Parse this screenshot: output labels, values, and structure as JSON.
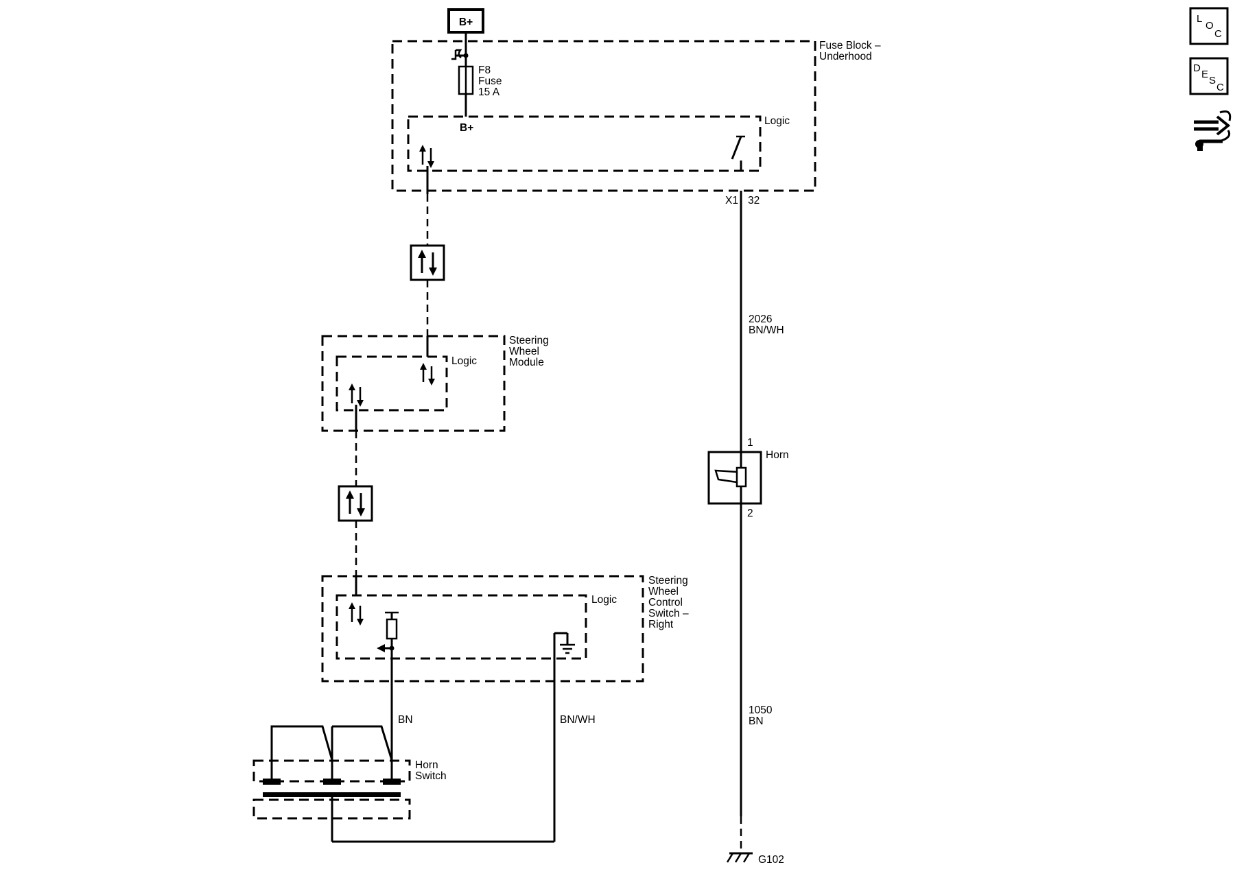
{
  "power": {
    "label": "B+"
  },
  "fuse_block": {
    "title_line1": "Fuse Block –",
    "title_line2": "Underhood",
    "logic_label": "Logic",
    "fuse_line1": "F8",
    "fuse_line2": "Fuse",
    "fuse_line3": "15 A",
    "bplus_label": "B+",
    "connector": "X1",
    "pin": "32"
  },
  "steering_wheel_module": {
    "title_line1": "Steering",
    "title_line2": "Wheel",
    "title_line3": "Module",
    "logic_label": "Logic"
  },
  "steering_wheel_control_switch": {
    "title_line1": "Steering",
    "title_line2": "Wheel",
    "title_line3": "Control",
    "title_line4": "Switch –",
    "title_line5": "Right",
    "logic_label": "Logic"
  },
  "horn_switch": {
    "title_line1": "Horn",
    "title_line2": "Switch"
  },
  "horn": {
    "title": "Horn",
    "pin1": "1",
    "pin2": "2"
  },
  "wires": {
    "w2026_circuit": "2026",
    "w2026_color": "BN/WH",
    "w1050_circuit": "1050",
    "w1050_color": "BN",
    "switch_bn": "BN",
    "switch_bnwh": "BN/WH"
  },
  "ground": {
    "label": "G102"
  },
  "side_icons": [
    {
      "name": "loc-icon",
      "letters": [
        "L",
        "O",
        "C"
      ]
    },
    {
      "name": "desc-icon",
      "letters": [
        "D",
        "E",
        "S",
        "C"
      ]
    },
    {
      "name": "connector-tools-icon"
    }
  ]
}
